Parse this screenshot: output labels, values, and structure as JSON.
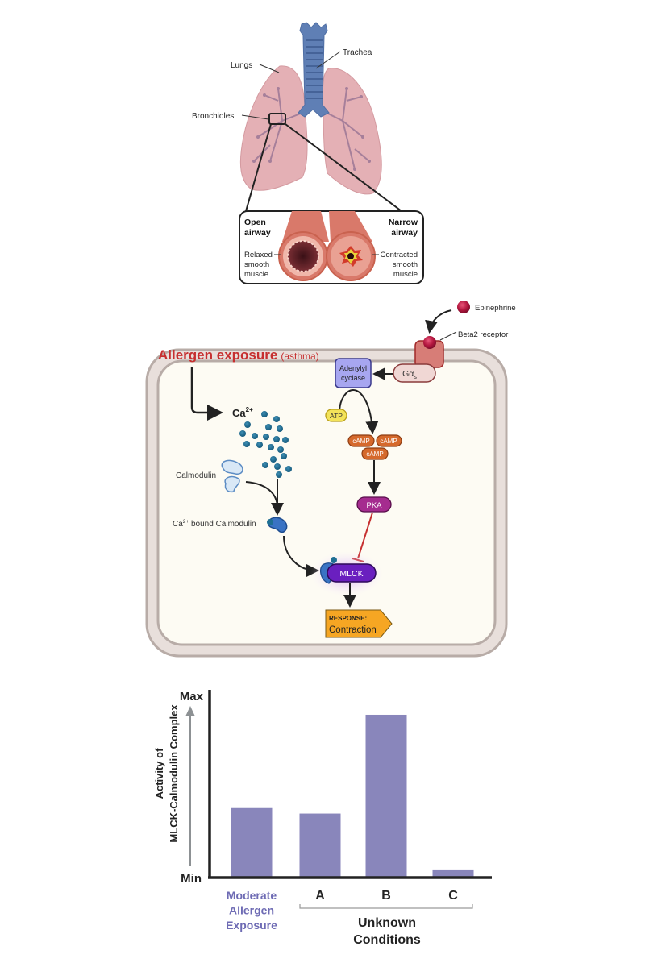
{
  "lungs_figure": {
    "labels": {
      "trachea": "Trachea",
      "lungs": "Lungs",
      "bronchioles": "Bronchioles"
    },
    "inset": {
      "open_title_1": "Open",
      "open_title_2": "airway",
      "narrow_title_1": "Narrow",
      "narrow_title_2": "airway",
      "relaxed_1": "Relaxed",
      "relaxed_2": "smooth",
      "relaxed_3": "muscle",
      "contracted_1": "Contracted",
      "contracted_2": "smooth",
      "contracted_3": "muscle"
    }
  },
  "pathway": {
    "allergen_title": "Allergen exposure",
    "allergen_note": "(asthma)",
    "epinephrine": "Epinephrine",
    "beta2_receptor": "Beta2 receptor",
    "g_alpha": "Gα",
    "g_alpha_sub": "s",
    "adenylyl_1": "Adenylyl",
    "adenylyl_2": "cyclase",
    "atp": "ATP",
    "camp": [
      "cAMP",
      "cAMP",
      "cAMP"
    ],
    "pka": "PKA",
    "ca": "Ca",
    "ca_charge": "2+",
    "calmodulin": "Calmodulin",
    "ca_bound_prefix": "Ca",
    "ca_bound_charge": "2+",
    "ca_bound_suffix": " bound Calmodulin",
    "mlck": "MLCK",
    "response_label": "RESPONSE:",
    "response_value": "Contraction",
    "colors": {
      "allergen_red": "#c62f2f",
      "cell_fill": "#fdfbf3",
      "membrane": "#c9bdb8",
      "calcium": "#1f6f93",
      "adenylyl_fill": "#a7a6f0",
      "atp_fill": "#f3e35a",
      "camp_fill": "#d5692c",
      "pka_fill": "#a52c8f",
      "mlck_fill": "#6a1fbf",
      "response_fill": "#f6a623",
      "receptor_fill": "#d77d77",
      "epinephrine": "#b3173f"
    }
  },
  "chart_data": {
    "type": "bar",
    "title": "",
    "ylabel": "Activity of MLCK-Calmodulin Complex",
    "xlabel": "",
    "y_ticks": [
      "Min",
      "Max"
    ],
    "ylim": [
      0,
      100
    ],
    "categories": [
      "Moderate Allergen Exposure",
      "A",
      "B",
      "C"
    ],
    "category_lines": [
      [
        "Moderate",
        "Allergen",
        "Exposure"
      ],
      [
        "A"
      ],
      [
        "B"
      ],
      [
        "C"
      ]
    ],
    "values": [
      38,
      35,
      89,
      4
    ],
    "group_label": [
      "Unknown",
      "Conditions"
    ],
    "group_members": [
      "A",
      "B",
      "C"
    ],
    "bar_color": "#8986bb",
    "highlight_label_color": "#6e6bb4",
    "grid": false,
    "legend": "none"
  }
}
